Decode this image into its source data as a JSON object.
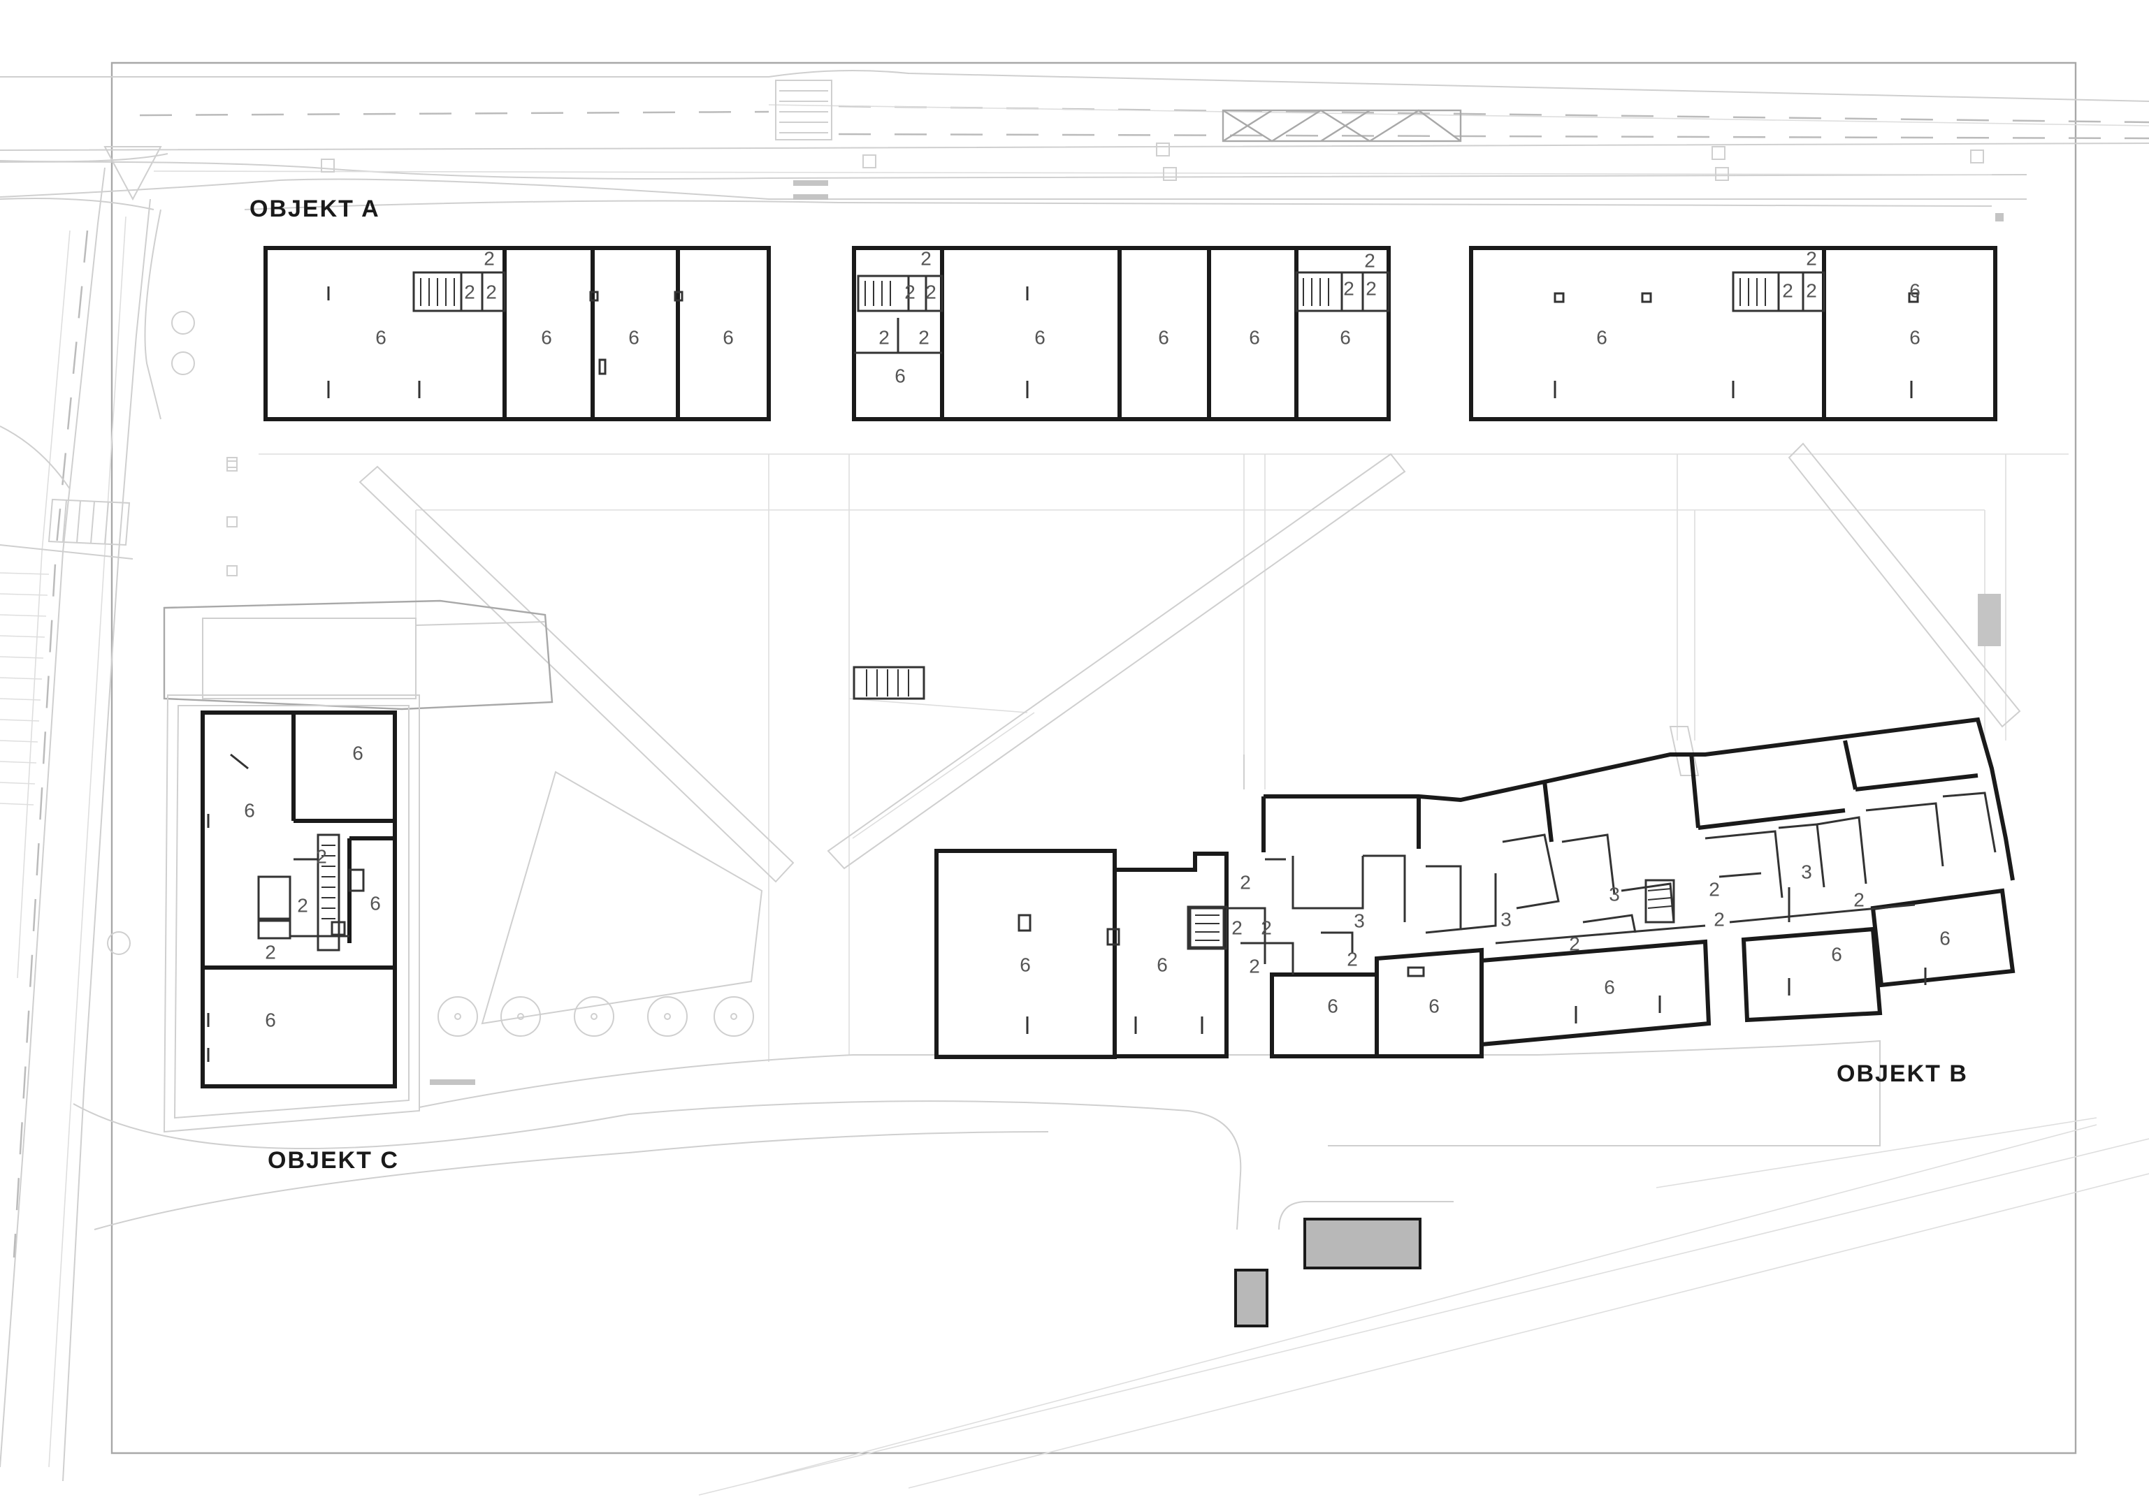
{
  "labels": {
    "objekt_a": "OBJEKT A",
    "objekt_b": "OBJEKT B",
    "objekt_c": "OBJEKT C"
  },
  "unit_numbers": {
    "a": [
      "2",
      "2",
      "2",
      "6",
      "6",
      "6",
      "6",
      "2",
      "2",
      "2",
      "2",
      "2",
      "6",
      "6",
      "6",
      "6",
      "2",
      "2",
      "2",
      "6",
      "6",
      "6",
      "2",
      "2",
      "2",
      "6"
    ],
    "c": [
      "6",
      "6",
      "2",
      "2",
      "6",
      "2",
      "6"
    ],
    "b": [
      "2",
      "2",
      "2",
      "3",
      "2",
      "2",
      "3",
      "2",
      "3",
      "3",
      "2",
      "2",
      "6",
      "6",
      "2",
      "6",
      "6",
      "6",
      "6",
      "6"
    ]
  },
  "colors": {
    "wall": "#1a1a1a",
    "context_line": "#cfcfcf",
    "shaded_block": "#b8b8b8",
    "text": "#555555"
  }
}
